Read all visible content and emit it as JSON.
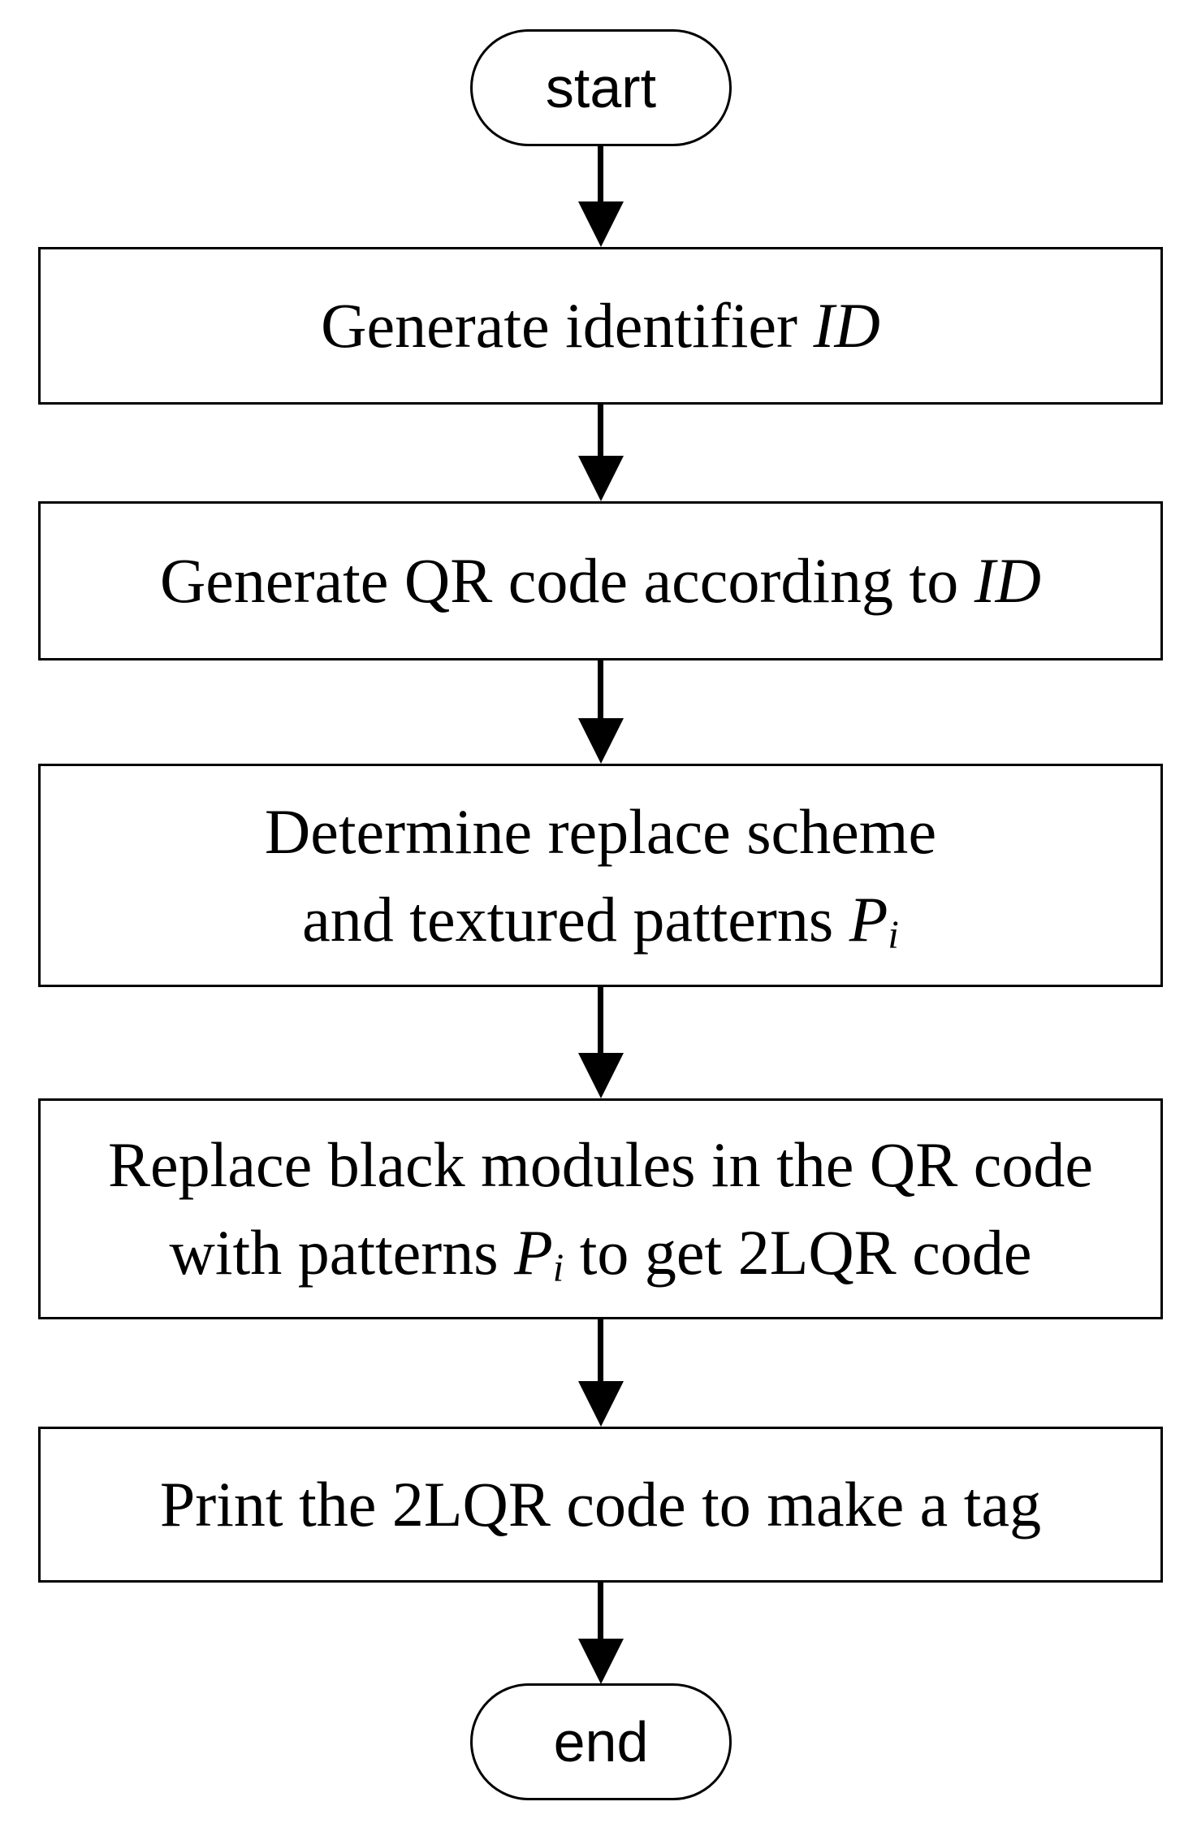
{
  "flowchart": {
    "terminals": {
      "start": "start",
      "end": "end"
    },
    "steps": {
      "s1": {
        "pre": "Generate identifier ",
        "var": "ID"
      },
      "s2": {
        "pre": "Generate QR code according to ",
        "var": "ID"
      },
      "s3": {
        "line1": "Determine replace scheme",
        "line2_pre": "and textured patterns ",
        "var": "P",
        "var_sub": "i"
      },
      "s4": {
        "line1": "Replace black modules in the QR code",
        "line2_pre": "with patterns ",
        "var": "P",
        "var_sub": "i",
        "line2_post": " to get 2LQR code"
      },
      "s5": {
        "text": "Print the 2LQR code to make a tag"
      }
    },
    "colors": {
      "stroke": "#000000",
      "fill": "#ffffff",
      "background": "#ffffff"
    }
  }
}
